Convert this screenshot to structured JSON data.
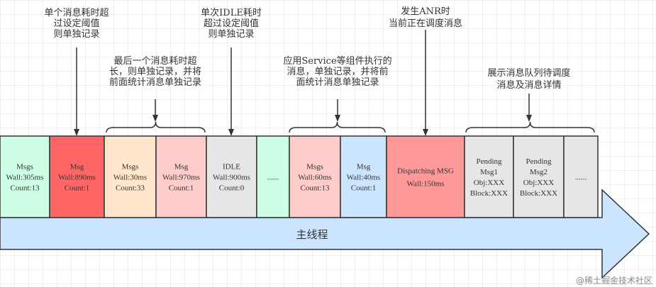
{
  "annotations": [
    {
      "id": "single-msg-over-threshold",
      "lines": [
        "单个消息耗时超",
        "过设定阈值",
        "则单独记录"
      ],
      "target": "brace-none",
      "points_to_cell": 1
    },
    {
      "id": "last-msg-long",
      "lines": [
        "最后一个消息耗时超",
        "长，则单独记录，并将",
        "前面统计消息单独记录"
      ],
      "brace_cells": [
        2,
        3
      ]
    },
    {
      "id": "idle-over-threshold",
      "lines": [
        "单次IDLE耗时",
        "超过设定阈值",
        "则单独记录"
      ],
      "points_to_cell": 4
    },
    {
      "id": "service-component",
      "lines": [
        "应用Service等组件执行的",
        "消息，单独记录，并将前",
        "面统计消息单独记录"
      ],
      "brace_cells": [
        6,
        7
      ]
    },
    {
      "id": "anr-dispatching",
      "lines": [
        "发生ANR时",
        "当前正在调度消息"
      ],
      "points_to_cell": 8
    },
    {
      "id": "pending-queue",
      "lines": [
        "展示消息队列待调度",
        "消息及消息详情"
      ],
      "brace_cells": [
        9,
        11
      ]
    }
  ],
  "cells": [
    {
      "lines": [
        "Msgs",
        "Wall:305ms",
        "Count:13"
      ],
      "color": "#ccffe6"
    },
    {
      "lines": [
        "Msg",
        "Wall:890ms",
        "Count:1"
      ],
      "color": "#ff6666"
    },
    {
      "lines": [
        "Msgs",
        "Wall:30ms",
        "Count:33"
      ],
      "color": "#ffe6cc"
    },
    {
      "lines": [
        "Msg",
        "Wall:970ms",
        "Count:1"
      ],
      "color": "#ffcccc"
    },
    {
      "lines": [
        "IDLE",
        "Wall:900ms",
        "Count:0"
      ],
      "color": "#e6e6e6"
    },
    {
      "lines": [
        "......"
      ],
      "color": "#ccffe6"
    },
    {
      "lines": [
        "Msgs",
        "Wall:60ms",
        "Count:13"
      ],
      "color": "#ffcccc"
    },
    {
      "lines": [
        "Msg",
        "Wall:40ms",
        "Count:1"
      ],
      "color": "#cce5ff"
    },
    {
      "lines": [
        "Dispatching MSG",
        "Wall:150ms"
      ],
      "color": "#ff9999"
    },
    {
      "lines": [
        "Pending",
        "Msg1",
        "Obj:XXX",
        "Block:XXX"
      ],
      "color": "#e6e6e6"
    },
    {
      "lines": [
        "Pending",
        "Msg2",
        "Obj:XXX",
        "Block:XXX"
      ],
      "color": "#e6e6e6"
    },
    {
      "lines": [
        "......"
      ],
      "color": "#e6e6e6"
    }
  ],
  "timeline": {
    "label": "主线程",
    "color": "#cce5ff"
  },
  "watermark": "@稀土掘金技术社区",
  "colors": {
    "stroke": "#333333",
    "text": "#333333"
  }
}
